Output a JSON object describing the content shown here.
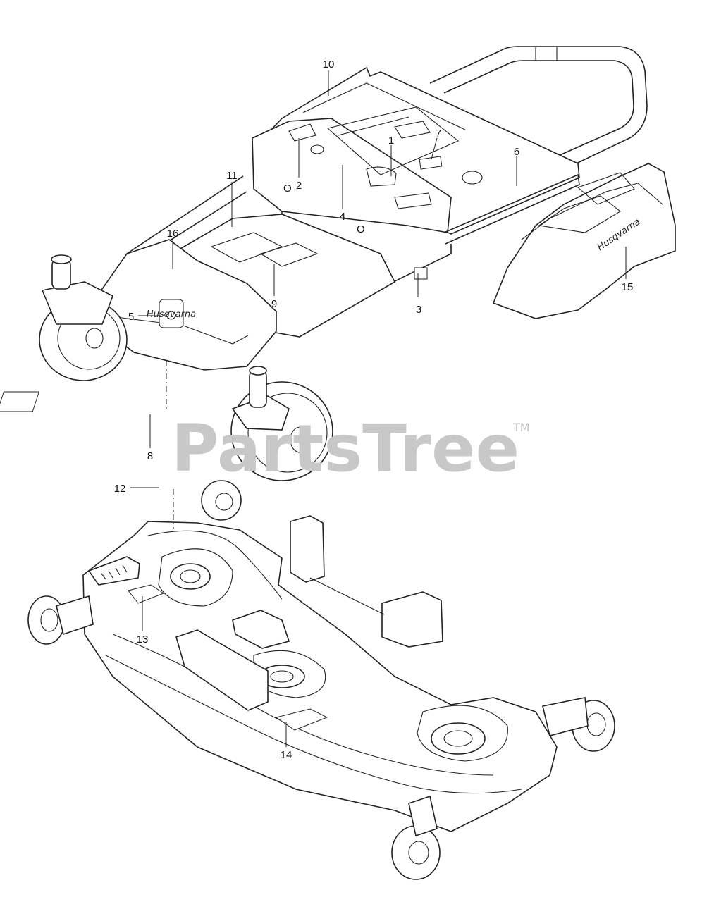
{
  "callouts": [
    {
      "id": "c1",
      "label": "1"
    },
    {
      "id": "c2",
      "label": "2"
    },
    {
      "id": "c3",
      "label": "3"
    },
    {
      "id": "c4",
      "label": "4"
    },
    {
      "id": "c5",
      "label": "5"
    },
    {
      "id": "c6",
      "label": "6"
    },
    {
      "id": "c7",
      "label": "7"
    },
    {
      "id": "c8",
      "label": "8"
    },
    {
      "id": "c9",
      "label": "9"
    },
    {
      "id": "c10",
      "label": "10"
    },
    {
      "id": "c11",
      "label": "11"
    },
    {
      "id": "c12",
      "label": "12"
    },
    {
      "id": "c13",
      "label": "13"
    },
    {
      "id": "c14",
      "label": "14"
    },
    {
      "id": "c15",
      "label": "15"
    },
    {
      "id": "c16",
      "label": "16"
    }
  ],
  "watermark": {
    "text": "PartsTree",
    "trademark": "TM"
  },
  "brand_logo_text": "Husqvarna"
}
